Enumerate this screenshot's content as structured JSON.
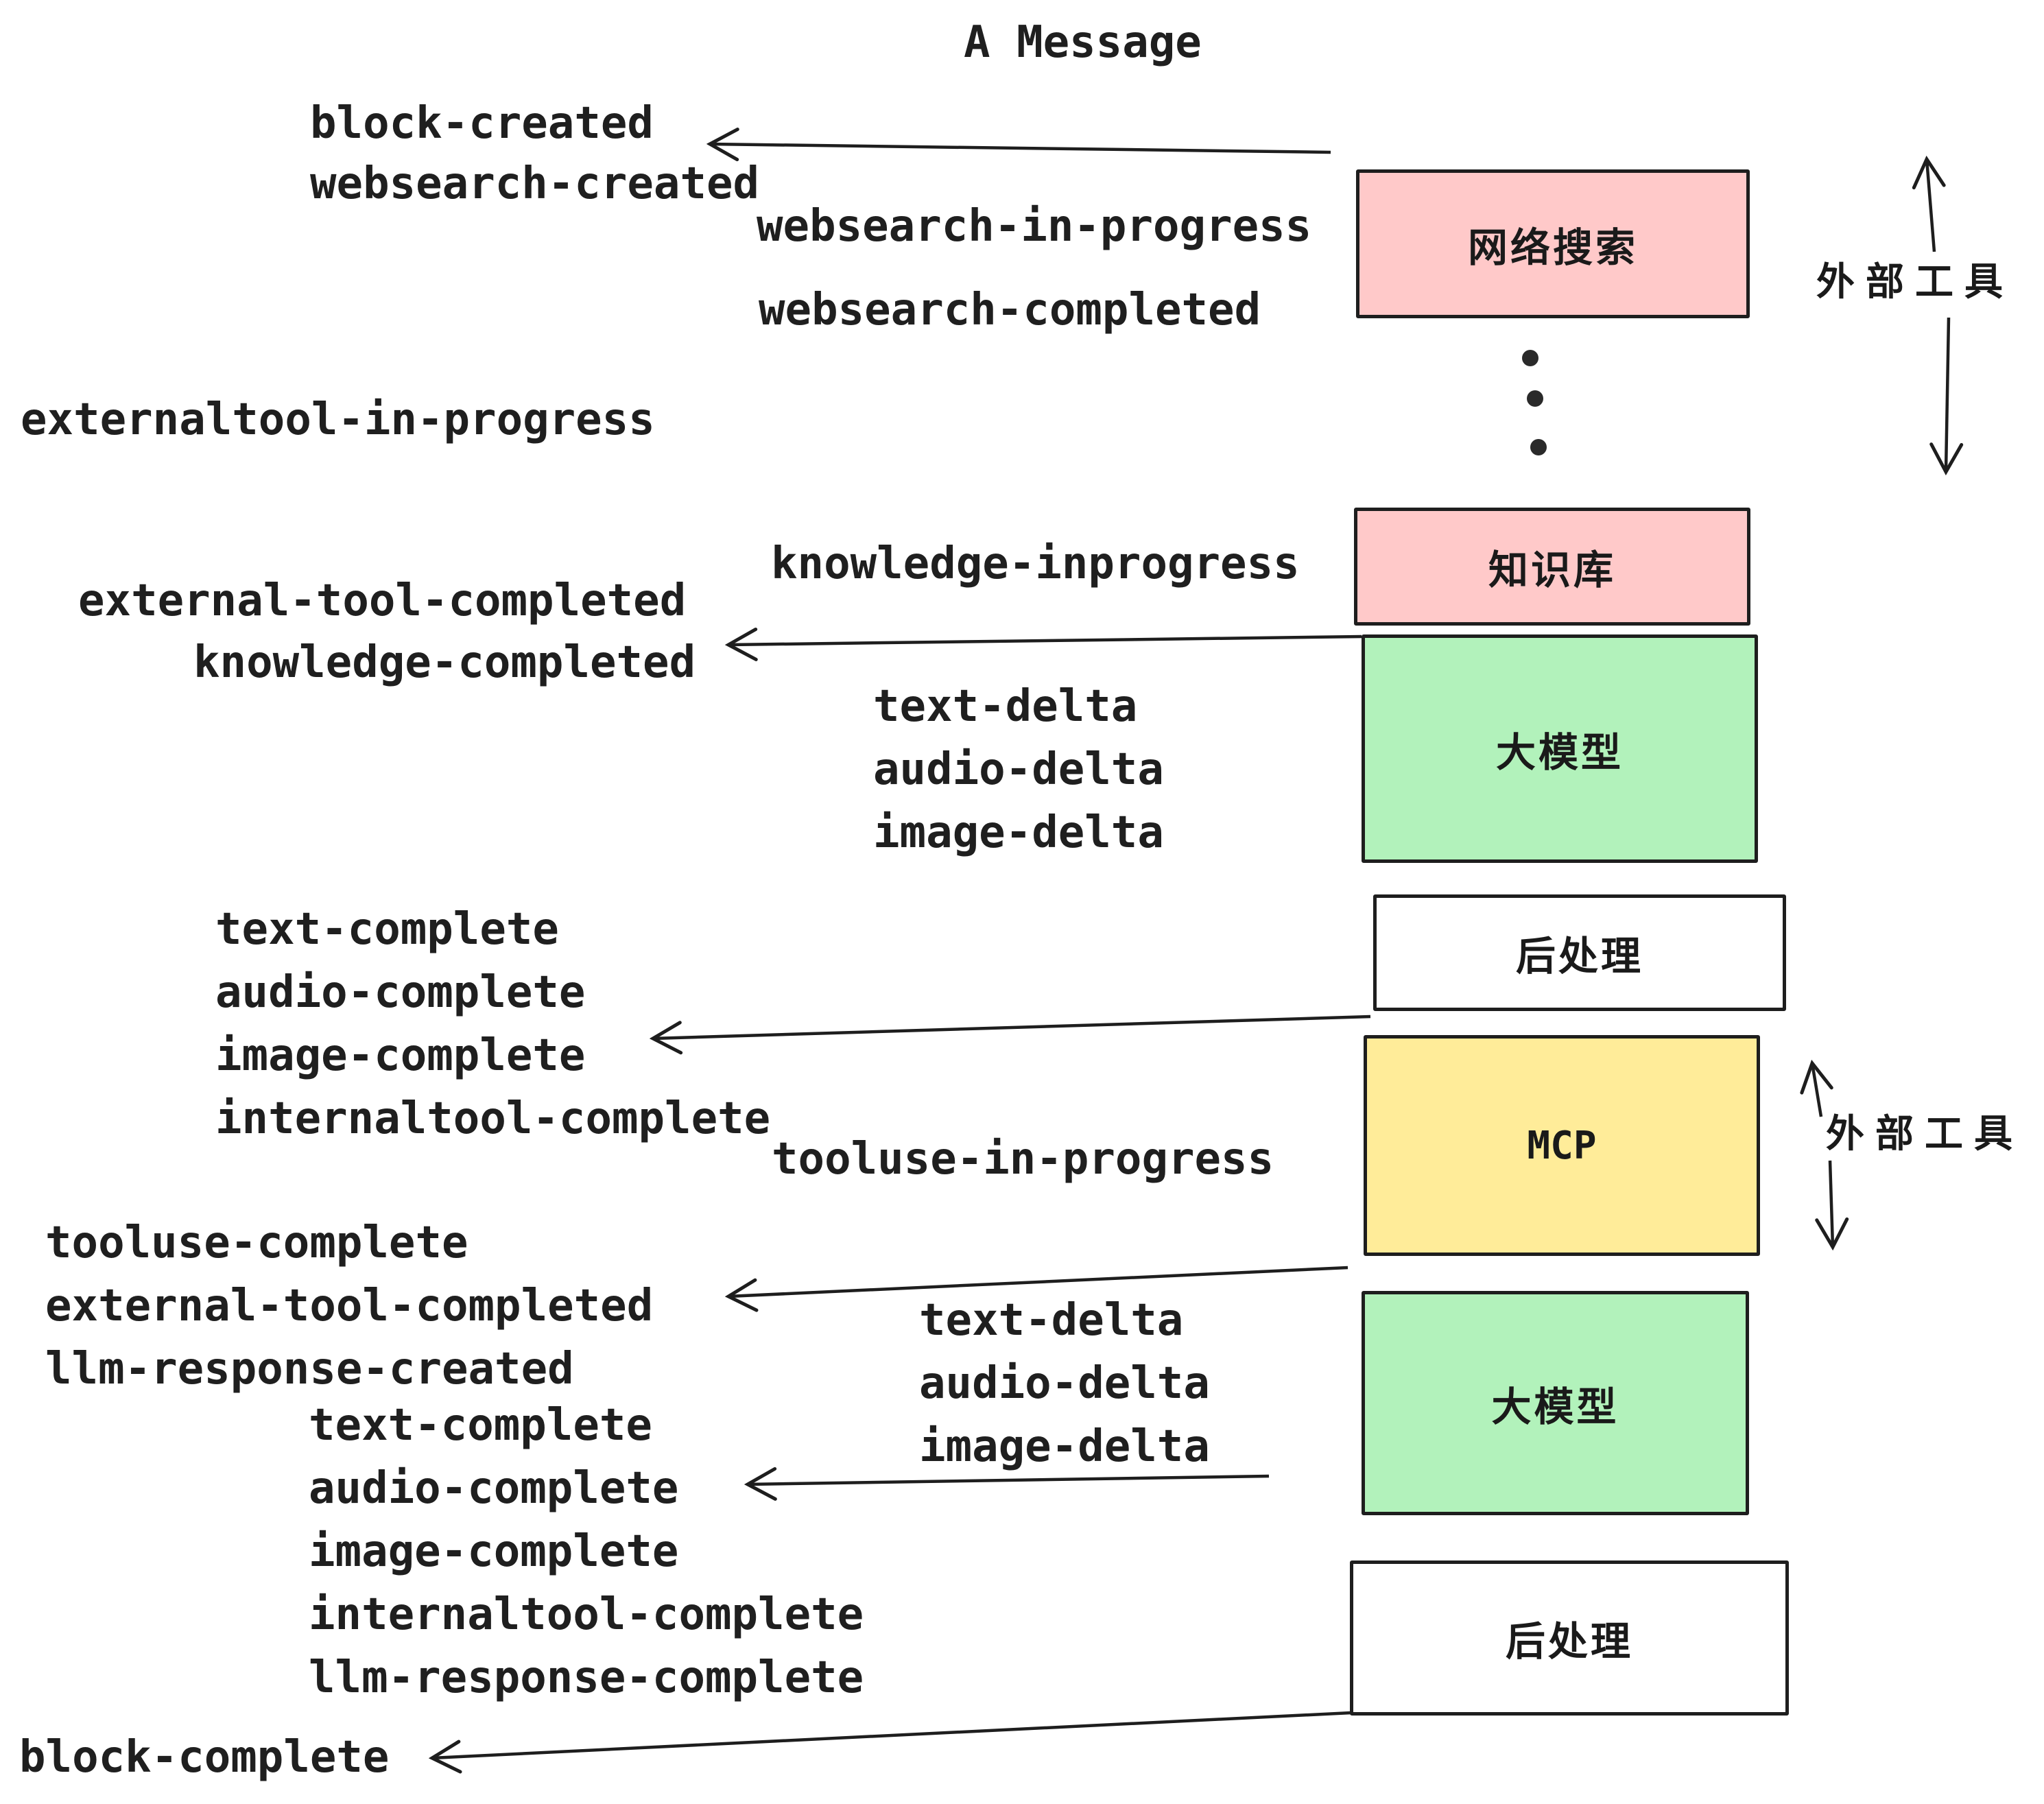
{
  "title": "A Message",
  "events": {
    "block_created": "block-created",
    "websearch_created": "websearch-created",
    "websearch_in_progress": "websearch-in-progress",
    "websearch_completed": "websearch-completed",
    "externaltool_in_progress": "externaltool-in-progress",
    "knowledge_inprogress": "knowledge-inprogress",
    "external_tool_completed_1": "external-tool-completed",
    "knowledge_completed": "knowledge-completed",
    "text_delta_1": "text-delta",
    "audio_delta_1": "audio-delta",
    "image_delta_1": "image-delta",
    "text_complete_1": "text-complete",
    "audio_complete_1": "audio-complete",
    "image_complete_1": "image-complete",
    "internaltool_complete_1": "internaltool-complete",
    "tooluse_in_progress": "tooluse-in-progress",
    "tooluse_complete": "tooluse-complete",
    "external_tool_completed_2": "external-tool-completed",
    "llm_response_created": "llm-response-created",
    "text_complete_2": "text-complete",
    "audio_complete_2": "audio-complete",
    "image_complete_2": "image-complete",
    "internaltool_complete_2": "internaltool-complete",
    "llm_response_complete": "llm-response-complete",
    "block_complete": "block-complete"
  },
  "boxes": {
    "websearch": {
      "label": "网络搜索",
      "color": "#ffc9c9"
    },
    "knowledge": {
      "label": "知识库",
      "color": "#ffc9c9"
    },
    "llm1": {
      "label": "大模型",
      "color": "#b2f2bb"
    },
    "postprocess1": {
      "label": "后处理",
      "color": "#ffffff"
    },
    "mcp": {
      "label": "MCP",
      "color": "#ffec99"
    },
    "llm2": {
      "label": "大模型",
      "color": "#b2f2bb"
    },
    "postprocess2": {
      "label": "后处理",
      "color": "#ffffff"
    }
  },
  "side_labels": {
    "external_tools_1": "外部工具",
    "external_tools_2": "外部工具"
  },
  "colors": {
    "stroke": "#1e1e1e",
    "text": "#1f1f1f",
    "pink": "#ffc9c9",
    "green": "#b2f2bb",
    "yellow": "#ffec99",
    "white": "#ffffff"
  }
}
